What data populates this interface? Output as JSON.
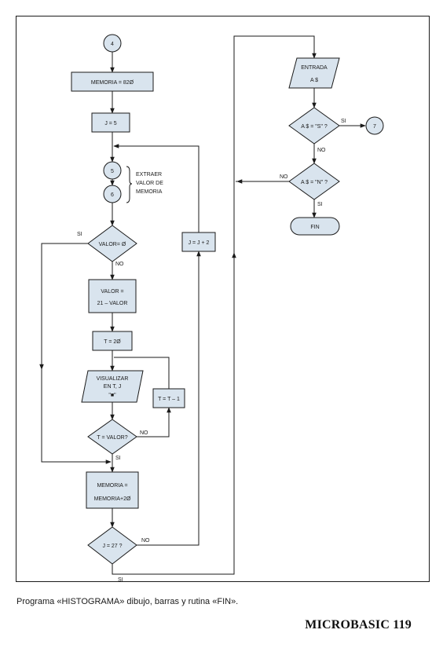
{
  "flowchart": {
    "connector_4": "4",
    "memoria_init": "MEMORIA = 82Ø",
    "j_init": "J = 5",
    "connector_5": "5",
    "connector_6": "6",
    "extraer_line1": "EXTRAER",
    "extraer_line2": "VALOR DE",
    "extraer_line3": "MEMORIA",
    "decision_valor": "VALOR= Ø",
    "valor_line1": "VALOR =",
    "valor_line2": "21 – VALOR",
    "t_init": "T = 2Ø",
    "visualizar_line1": "VISUALIZAR",
    "visualizar_line2": "EN T, J",
    "visualizar_line3": "\"■\"",
    "t_decrement": "T = T – 1",
    "decision_t": "T = VALOR?",
    "memoria_line1": "MEMORIA =",
    "memoria_line2": "MEMORIA+2Ø",
    "j_increment": "J = J + 2",
    "decision_j": "J = 27 ?",
    "entrada_line1": "ENTRADA",
    "entrada_line2": "A $",
    "decision_s": "A $ = \"S\" ?",
    "connector_7": "7",
    "decision_n": "A $ = \"N\" ?",
    "fin": "FIN",
    "label_si": "SI",
    "label_no": "NO"
  },
  "caption": "Programa «HISTOGRAMA» dibujo, barras y rutina «FIN».",
  "footer": "MICROBASIC 119"
}
